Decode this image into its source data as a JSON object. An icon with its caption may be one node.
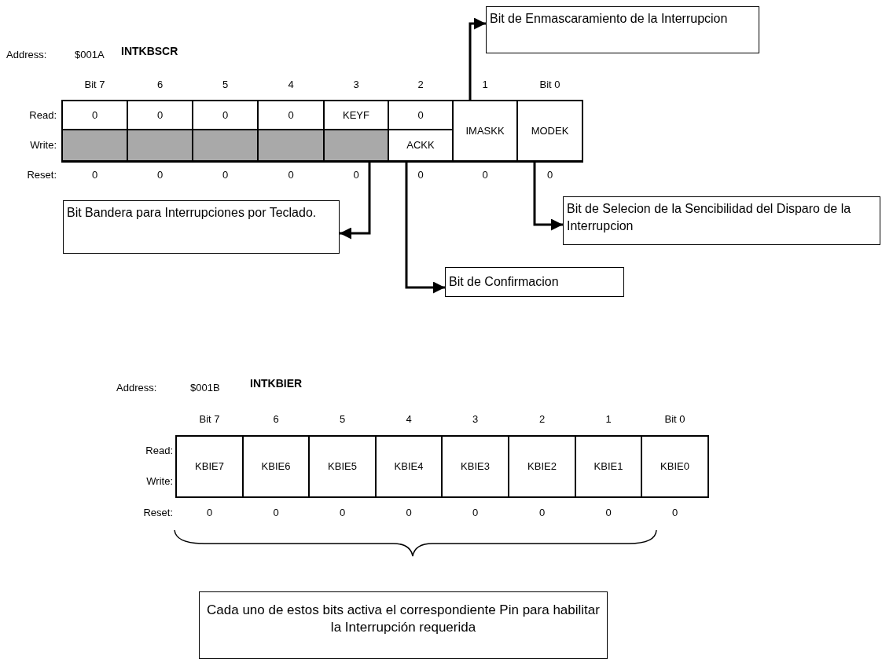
{
  "diagram": {
    "nodes": [
      {
        "text": [
          "0"
        ]
      },
      {
        "text": [
          "0"
        ]
      },
      {
        "text": [
          "0"
        ]
      },
      {
        "text": [
          "0"
        ]
      },
      {
        "text": [
          "KEYF"
        ]
      },
      {
        "text": [
          "0"
        ]
      },
      {
        "text": [
          "IMASKK"
        ]
      },
      {
        "text": [
          "MODEK"
        ]
      },
      {
        "text": [],
        "shape": "box"
      },
      {
        "text": [],
        "shape": "box"
      },
      {
        "text": [],
        "shape": "box"
      },
      {
        "text": [],
        "shape": "box"
      },
      {
        "text": [],
        "shape": "box"
      },
      {
        "text": [
          "ACKK"
        ]
      },
      {
        "text": [
          "Bit de Enmascaramiento de la Interrupcion"
        ]
      },
      {
        "text": [
          "Bit Bandera para Interrupciones por Teclado."
        ]
      },
      {
        "text": [
          "Bit de Selecion de la Sencibilidad del Disparo de la Interrupcion"
        ]
      },
      {
        "text": [
          "Bit de Confirmacion"
        ]
      },
      {
        "text": [
          "KBIE7"
        ]
      },
      {
        "text": [
          "KBIE6"
        ]
      },
      {
        "text": [
          "KBIE5"
        ]
      },
      {
        "text": [
          "KBIE4"
        ]
      },
      {
        "text": [
          "KBIE3"
        ]
      },
      {
        "text": [
          "KBIE2"
        ]
      },
      {
        "text": [
          "KBIE1"
        ]
      },
      {
        "text": [
          "KBIE0"
        ]
      },
      {
        "text": [
          "Cada uno de estos bits activa el correspondiente Pin para habilitar la Interrupción requerida"
        ]
      }
    ],
    "edges": [
      {
        "from": 6,
        "to": 14,
        "arrow": "to"
      },
      {
        "from": 12,
        "to": 15,
        "arrow": "to"
      },
      {
        "from": 7,
        "to": 16,
        "arrow": "to"
      },
      {
        "from": 13,
        "to": 17,
        "arrow": "to"
      }
    ],
    "labels": [
      "Address:",
      "$001A",
      "INTKBSCR",
      "Bit 7",
      "6",
      "5",
      "4",
      "3",
      "2",
      "1",
      "Bit 0",
      "Read:",
      "Write:",
      "Reset:",
      "0",
      "0",
      "0",
      "0",
      "0",
      "0",
      "0",
      "0",
      "Address:",
      "$001B",
      "INTKBIER",
      "Bit 7",
      "6",
      "5",
      "4",
      "3",
      "2",
      "1",
      "Bit 0",
      "Read:",
      "Write:",
      "Reset:",
      "0",
      "0",
      "0",
      "0",
      "0",
      "0",
      "0",
      "0"
    ]
  }
}
